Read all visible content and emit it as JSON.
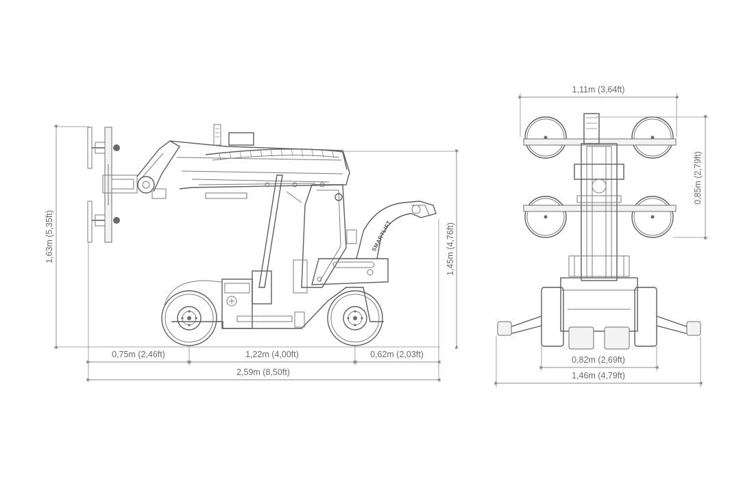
{
  "side_view": {
    "brand_text": "SMARTLIFT",
    "dimensions": {
      "overall_height": "1,63m (5,35ft)",
      "body_height": "1,45m (4,76ft)",
      "front_overhang": "0,75m (2,46ft)",
      "wheelbase": "1,22m (4,00ft)",
      "rear_overhang": "0,62m (2,03ft)",
      "overall_length": "2,59m (8,50ft)"
    }
  },
  "front_view": {
    "dimensions": {
      "cup_frame_width": "1,11m (3,64ft)",
      "cup_frame_height": "0,85m (2,79ft)",
      "track_width": "0,82m (2,69ft)",
      "outrigger_width": "1,46m (4,79ft)"
    }
  },
  "colors": {
    "line": "#7a7a7a",
    "text": "#6b6b6b",
    "background": "#ffffff"
  }
}
